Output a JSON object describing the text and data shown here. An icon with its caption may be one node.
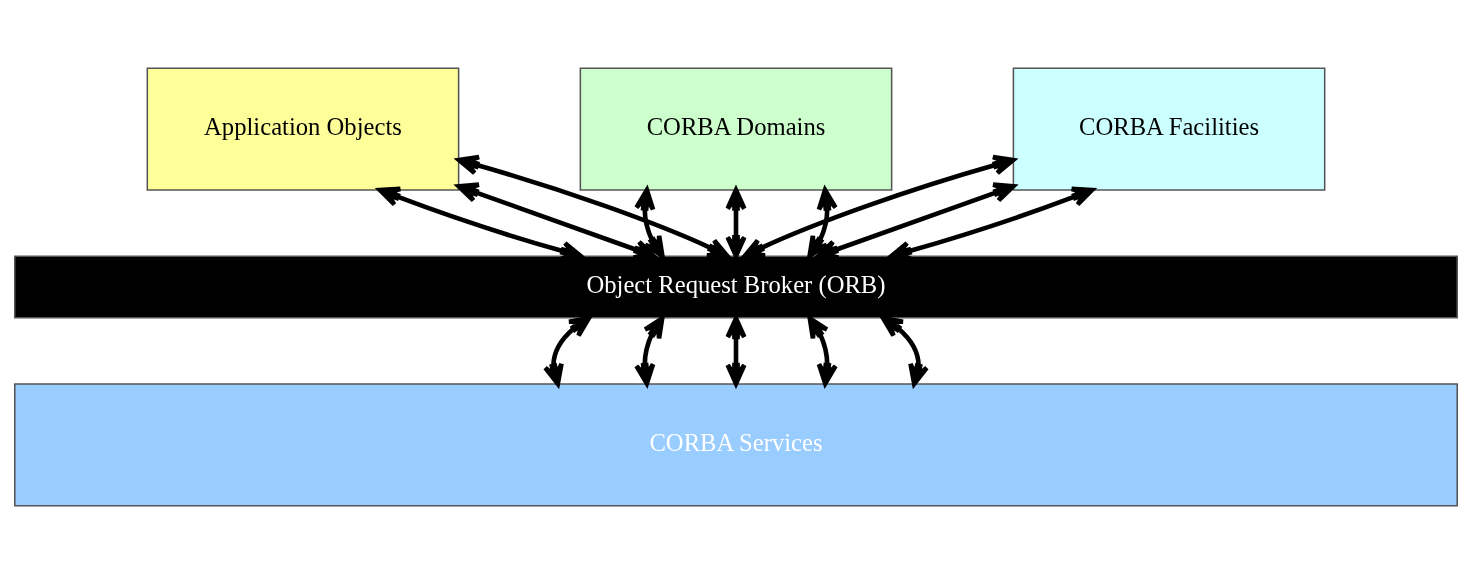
{
  "diagram": {
    "nodes": [
      {
        "text": [
          "Application Objects"
        ]
      },
      {
        "text": [
          "CORBA Domains"
        ]
      },
      {
        "text": [
          "CORBA Facilities"
        ]
      },
      {
        "text": [
          "Object Request Broker (ORB)"
        ]
      },
      {
        "text": [
          "CORBA Services"
        ]
      }
    ],
    "edges": [
      {
        "from": 0,
        "to": 3,
        "arrow": "both"
      },
      {
        "from": 0,
        "to": 3,
        "arrow": "both"
      },
      {
        "from": 0,
        "to": 3,
        "arrow": "both"
      },
      {
        "from": 1,
        "to": 3,
        "arrow": "both"
      },
      {
        "from": 1,
        "to": 3,
        "arrow": "both"
      },
      {
        "from": 1,
        "to": 3,
        "arrow": "both"
      },
      {
        "from": 2,
        "to": 3,
        "arrow": "both"
      },
      {
        "from": 2,
        "to": 3,
        "arrow": "both"
      },
      {
        "from": 2,
        "to": 3,
        "arrow": "both"
      },
      {
        "from": 3,
        "to": 4,
        "arrow": "both"
      },
      {
        "from": 3,
        "to": 4,
        "arrow": "both"
      },
      {
        "from": 3,
        "to": 4,
        "arrow": "both"
      },
      {
        "from": 3,
        "to": 4,
        "arrow": "both"
      },
      {
        "from": 3,
        "to": 4,
        "arrow": "both"
      }
    ]
  }
}
